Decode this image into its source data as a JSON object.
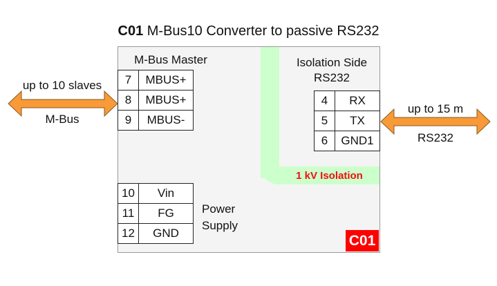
{
  "title": {
    "code": "C01",
    "text": "M-Bus10 Converter to passive RS232"
  },
  "mbus_master": {
    "label": "M-Bus Master",
    "pins": [
      {
        "num": "7",
        "name": "MBUS+"
      },
      {
        "num": "8",
        "name": "MBUS+"
      },
      {
        "num": "9",
        "name": "MBUS-"
      }
    ]
  },
  "isolation_side": {
    "label_line1": "Isolation Side",
    "label_line2": "RS232",
    "pins": [
      {
        "num": "4",
        "name": "RX"
      },
      {
        "num": "5",
        "name": "TX"
      },
      {
        "num": "6",
        "name": "GND1"
      }
    ]
  },
  "power": {
    "label_line1": "Power",
    "label_line2": "Supply",
    "pins": [
      {
        "num": "10",
        "name": "Vin"
      },
      {
        "num": "11",
        "name": "FG"
      },
      {
        "num": "12",
        "name": "GND"
      }
    ]
  },
  "isolation_label": "1 kV Isolation",
  "badge": "C01",
  "left_link": {
    "top": "up to 10 slaves",
    "bottom": "M-Bus"
  },
  "right_link": {
    "top": "up to 15 m",
    "bottom": "RS232"
  },
  "colors": {
    "arrow": "#f79a37",
    "isolation": "#ccffcc",
    "badge": "#ff0000"
  }
}
